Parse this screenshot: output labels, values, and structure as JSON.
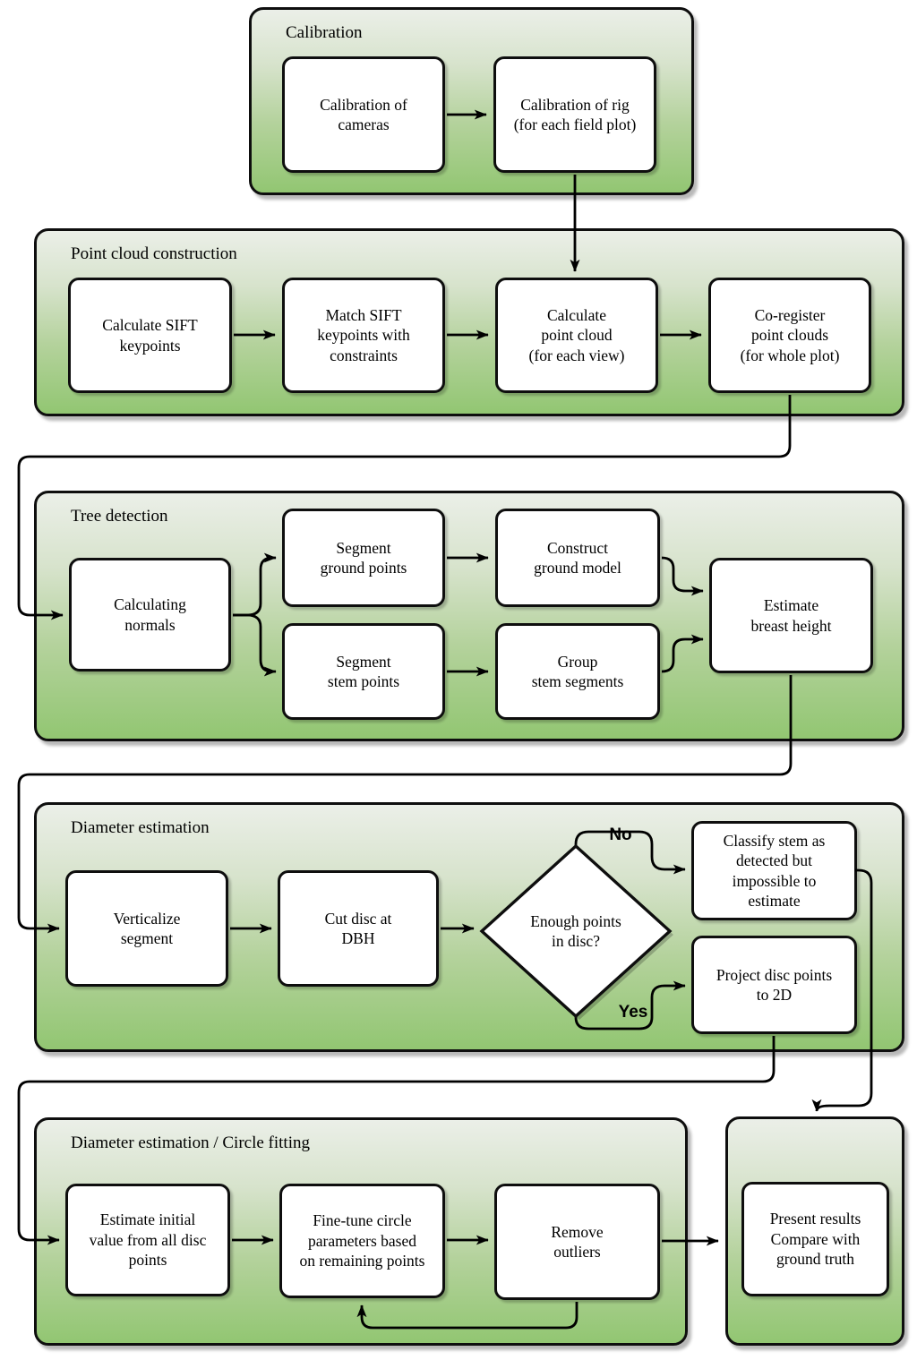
{
  "diagram": {
    "colors": {
      "container_gradient_top": "#ebefe8",
      "container_gradient_bottom": "#92c672",
      "node_fill": "#ffffff",
      "line_and_border": "#000000"
    },
    "sections": {
      "calibration": {
        "title": "Calibration"
      },
      "point_cloud_construction": {
        "title": "Point cloud construction"
      },
      "tree_detection": {
        "title": "Tree detection"
      },
      "diameter_estimation": {
        "title": "Diameter estimation"
      },
      "circle_fitting": {
        "title": "Diameter estimation / Circle fitting"
      }
    },
    "nodes": {
      "calibration_cameras": {
        "label": "Calibration of\ncameras"
      },
      "calibration_rig": {
        "label": "Calibration of rig\n(for each field plot)"
      },
      "calculate_sift": {
        "label": "Calculate SIFT\nkeypoints"
      },
      "match_sift": {
        "label": "Match SIFT\nkeypoints with\nconstraints"
      },
      "calculate_point_cloud": {
        "label": "Calculate\npoint cloud\n(for each view)"
      },
      "coregister_point_clouds": {
        "label": "Co-register\npoint clouds\n(for whole plot)"
      },
      "calculating_normals": {
        "label": "Calculating\nnormals"
      },
      "segment_ground_points": {
        "label": "Segment\nground points"
      },
      "construct_ground_model": {
        "label": "Construct\nground model"
      },
      "segment_stem_points": {
        "label": "Segment\nstem points"
      },
      "group_stem_segments": {
        "label": "Group\nstem segments"
      },
      "estimate_breast_height": {
        "label": "Estimate\nbreast height"
      },
      "verticalize_segment": {
        "label": "Verticalize\nsegment"
      },
      "cut_disc_at_dbh": {
        "label": "Cut disc at\nDBH"
      },
      "classify_stem": {
        "label": "Classify stem as\ndetected but\nimpossible to\nestimate"
      },
      "project_disc_points": {
        "label": "Project disc points\nto 2D"
      },
      "estimate_initial_value": {
        "label": "Estimate initial\nvalue from all disc\npoints"
      },
      "fine_tune_circle": {
        "label": "Fine-tune circle\nparameters based\non remaining points"
      },
      "remove_outliers": {
        "label": "Remove\noutliers"
      },
      "present_results": {
        "label": "Present results\nCompare with\nground truth"
      }
    },
    "decision": {
      "question": "Enough points\nin disc?",
      "no_label": "No",
      "yes_label": "Yes"
    }
  }
}
